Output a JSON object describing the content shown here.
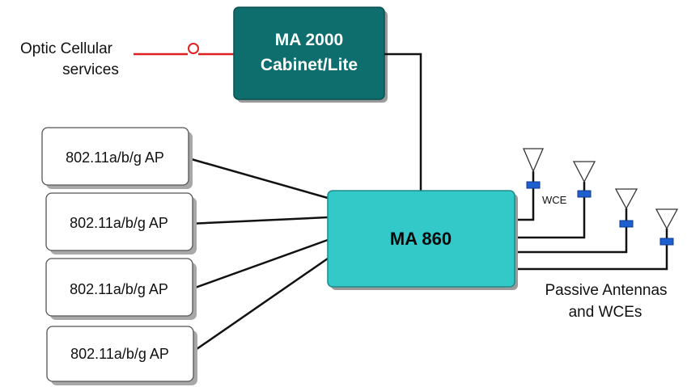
{
  "optic_label": {
    "line1": "Optic Cellular",
    "line2": "services"
  },
  "ma2000": {
    "line1": "MA 2000",
    "line2": "Cabinet/Lite",
    "fill": "#0e6e6e"
  },
  "ma860": {
    "label": "MA 860",
    "fill": "#33c9c9"
  },
  "access_points": [
    {
      "label": "802.11a/b/g AP"
    },
    {
      "label": "802.11a/b/g AP"
    },
    {
      "label": "802.11a/b/g AP"
    },
    {
      "label": "802.11a/b/g AP"
    }
  ],
  "wce_label": "WCE",
  "antennas_label": {
    "line1": "Passive Antennas",
    "line2": "and WCEs"
  },
  "colors": {
    "optic_line": "#e02020",
    "connector": "#111111",
    "wce": "#1e5fd0"
  }
}
